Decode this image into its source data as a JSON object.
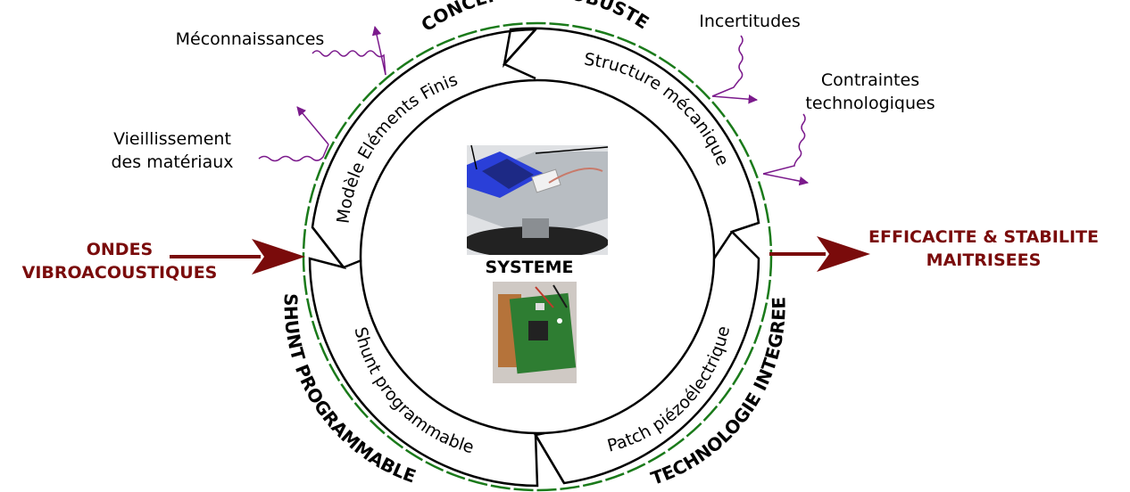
{
  "diagram": {
    "outer_arcs": {
      "top": "CONCEPTION ROBUSTE",
      "right": "TECHNOLOGIE INTEGREE",
      "left": "SHUNT PROGRAMMABLE"
    },
    "ring_segments": {
      "top_left": "Modèle Eléments Finis",
      "top_right": "Structure mécanique",
      "bottom_right": "Patch piézoélectrique",
      "bottom_left": "Shunt programmable"
    },
    "center_title": "SYSTEME",
    "disturbances": {
      "meconnaissances": "Méconnaissances",
      "incertitudes": "Incertitudes",
      "contraintes": [
        "Contraintes",
        "technologiques"
      ],
      "vieillissement": [
        "Vieillissement",
        "des matériaux"
      ]
    },
    "input_label": [
      "ONDES",
      "VIBROACOUSTIQUES"
    ],
    "output_label": [
      "EFFICACITE & STABILITE",
      "MAITRISEES"
    ],
    "colors": {
      "outer_circle": "#1a7a1a",
      "disturbance_arrows": "#7b1a8c",
      "io_arrows": "#7a0b0b",
      "ring_stroke": "#000000"
    }
  }
}
